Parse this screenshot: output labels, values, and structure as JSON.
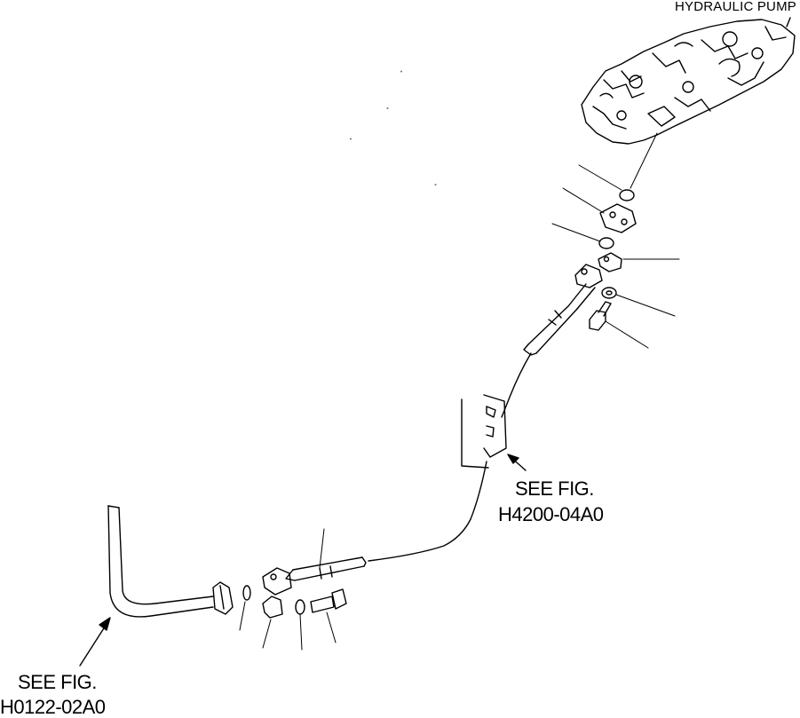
{
  "labels": {
    "pump": "HYDRAULIC PUMP",
    "fig_mid_1": "SEE FIG.",
    "fig_mid_2": "H4200-04A0",
    "fig_low_1": "SEE FIG.",
    "fig_low_2": "H0122-02A0"
  },
  "colors": {
    "ink": "#000000",
    "paper": "#ffffff"
  }
}
